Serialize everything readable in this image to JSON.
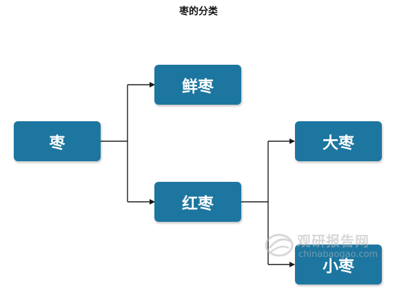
{
  "title": "枣的分类",
  "nodes": {
    "root": "枣",
    "fresh": "鲜枣",
    "red": "红枣",
    "big": "大枣",
    "small": "小枣"
  },
  "watermark": {
    "cn": "观研报告网",
    "en": "chinabaogao.com"
  },
  "colors": {
    "node_fill": "#1d76a0",
    "node_text": "#ffffff",
    "connector": "#1a1a1a"
  }
}
